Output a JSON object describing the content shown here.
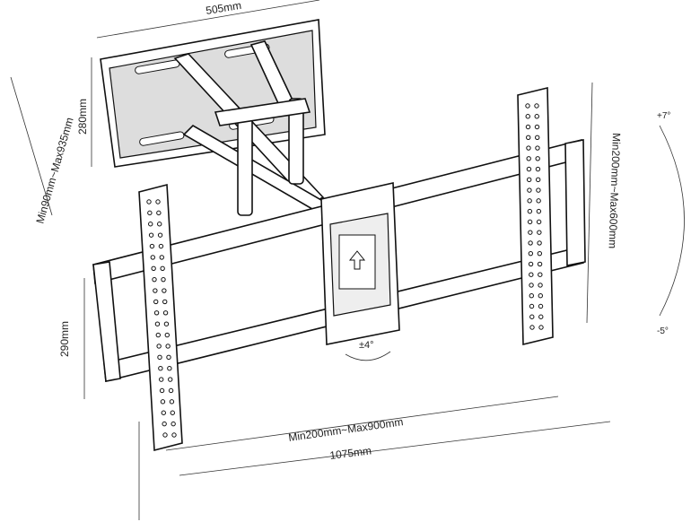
{
  "diagram": {
    "wall_plate_width": "505mm",
    "wall_plate_height": "280mm",
    "extension_range": "Min90mm~Max935mm",
    "vertical_vesa_range": "Min200mm~Max600mm",
    "tilt_up": "+7°",
    "tilt_down": "-5°",
    "swivel_level": "±4°",
    "rail_height": "290mm",
    "horizontal_vesa_range": "Min200mm~Max900mm",
    "overall_width": "1075mm"
  }
}
